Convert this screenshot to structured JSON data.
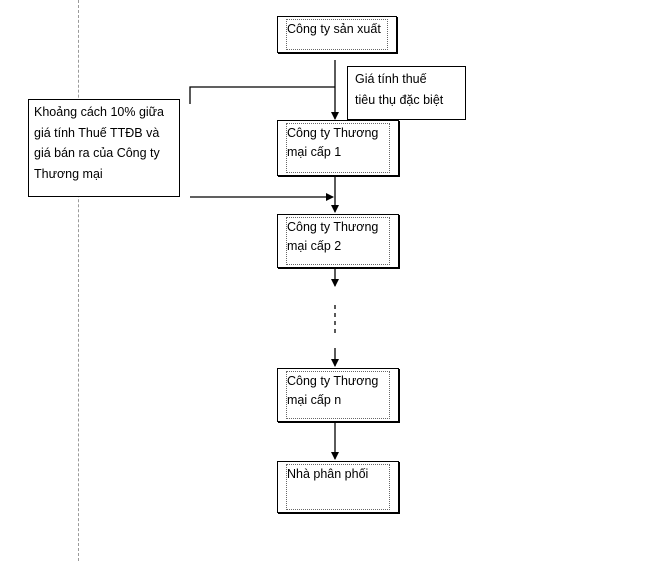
{
  "diagram": {
    "producer": "Công ty sản xuất",
    "tax_price_note": "Giá tính thuế\ntiêu thụ đặc biệt",
    "gap_note": "Khoảng cách 10% giữa\ngiá tính Thuế TTĐB và\ngiá bán ra của Công ty\nThương mại",
    "trader_1": "Công ty Thương\nmại cấp 1",
    "trader_2": "Công ty Thương\nmại cấp 2",
    "trader_n": "Công ty Thương\nmại cấp n",
    "distributor": "Nhà phân phối"
  }
}
